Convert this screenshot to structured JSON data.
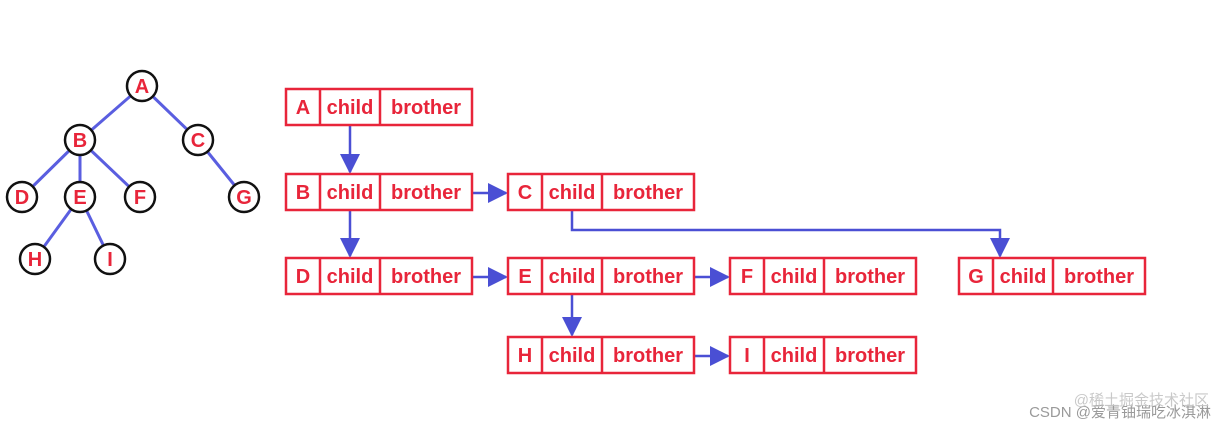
{
  "colors": {
    "node": "#e8253a",
    "edge": "#4a4fd4",
    "tree_edge": "#5a5ee0",
    "watermark": "#9a9a9a"
  },
  "tree": {
    "nodes": [
      "A",
      "B",
      "C",
      "D",
      "E",
      "F",
      "G",
      "H",
      "I"
    ],
    "edges": [
      [
        "A",
        "B"
      ],
      [
        "A",
        "C"
      ],
      [
        "B",
        "D"
      ],
      [
        "B",
        "E"
      ],
      [
        "B",
        "F"
      ],
      [
        "C",
        "G"
      ],
      [
        "E",
        "H"
      ],
      [
        "E",
        "I"
      ]
    ]
  },
  "fields": {
    "child": "child",
    "brother": "brother"
  },
  "records": [
    "A",
    "B",
    "C",
    "D",
    "E",
    "F",
    "G",
    "H",
    "I"
  ],
  "links": {
    "child": [
      [
        "A",
        "B"
      ],
      [
        "B",
        "D"
      ],
      [
        "C",
        "G"
      ],
      [
        "D",
        null
      ],
      [
        "E",
        "H"
      ]
    ],
    "brother": [
      [
        "B",
        "C"
      ],
      [
        "D",
        "E"
      ],
      [
        "E",
        "F"
      ],
      [
        "H",
        "I"
      ]
    ]
  },
  "watermark": {
    "text": "CSDN @爱青铀瑞吃冰淇淋",
    "overlay": "@稀土掘金技术社区"
  }
}
